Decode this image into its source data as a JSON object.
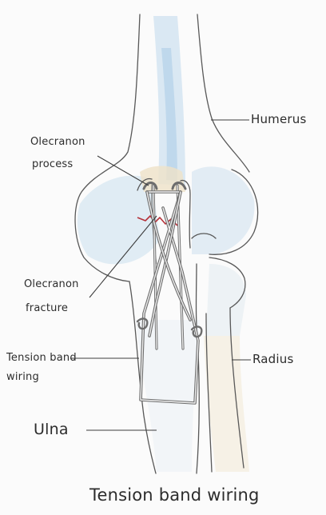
{
  "labels": {
    "humerus": "Humerus",
    "olecranon_process_line1": "Olecranon",
    "olecranon_process_line2": "process",
    "olecranon_fracture_line1": "Olecranon",
    "olecranon_fracture_line2": "fracture",
    "tension_band_wiring_line1": "Tension band",
    "tension_band_wiring_line2": "wiring",
    "radius": "Radius",
    "ulna": "Ulna"
  },
  "caption": "Tension band wiring",
  "colors": {
    "outline": "#585858",
    "bone_shade": "#cfe2f0",
    "bone_shade_deep": "#b3d2e8",
    "bone_warm": "#efe2c8",
    "fracture": "#b5323a",
    "wire": "#6d6d6d",
    "wire_fill": "#efefef"
  }
}
